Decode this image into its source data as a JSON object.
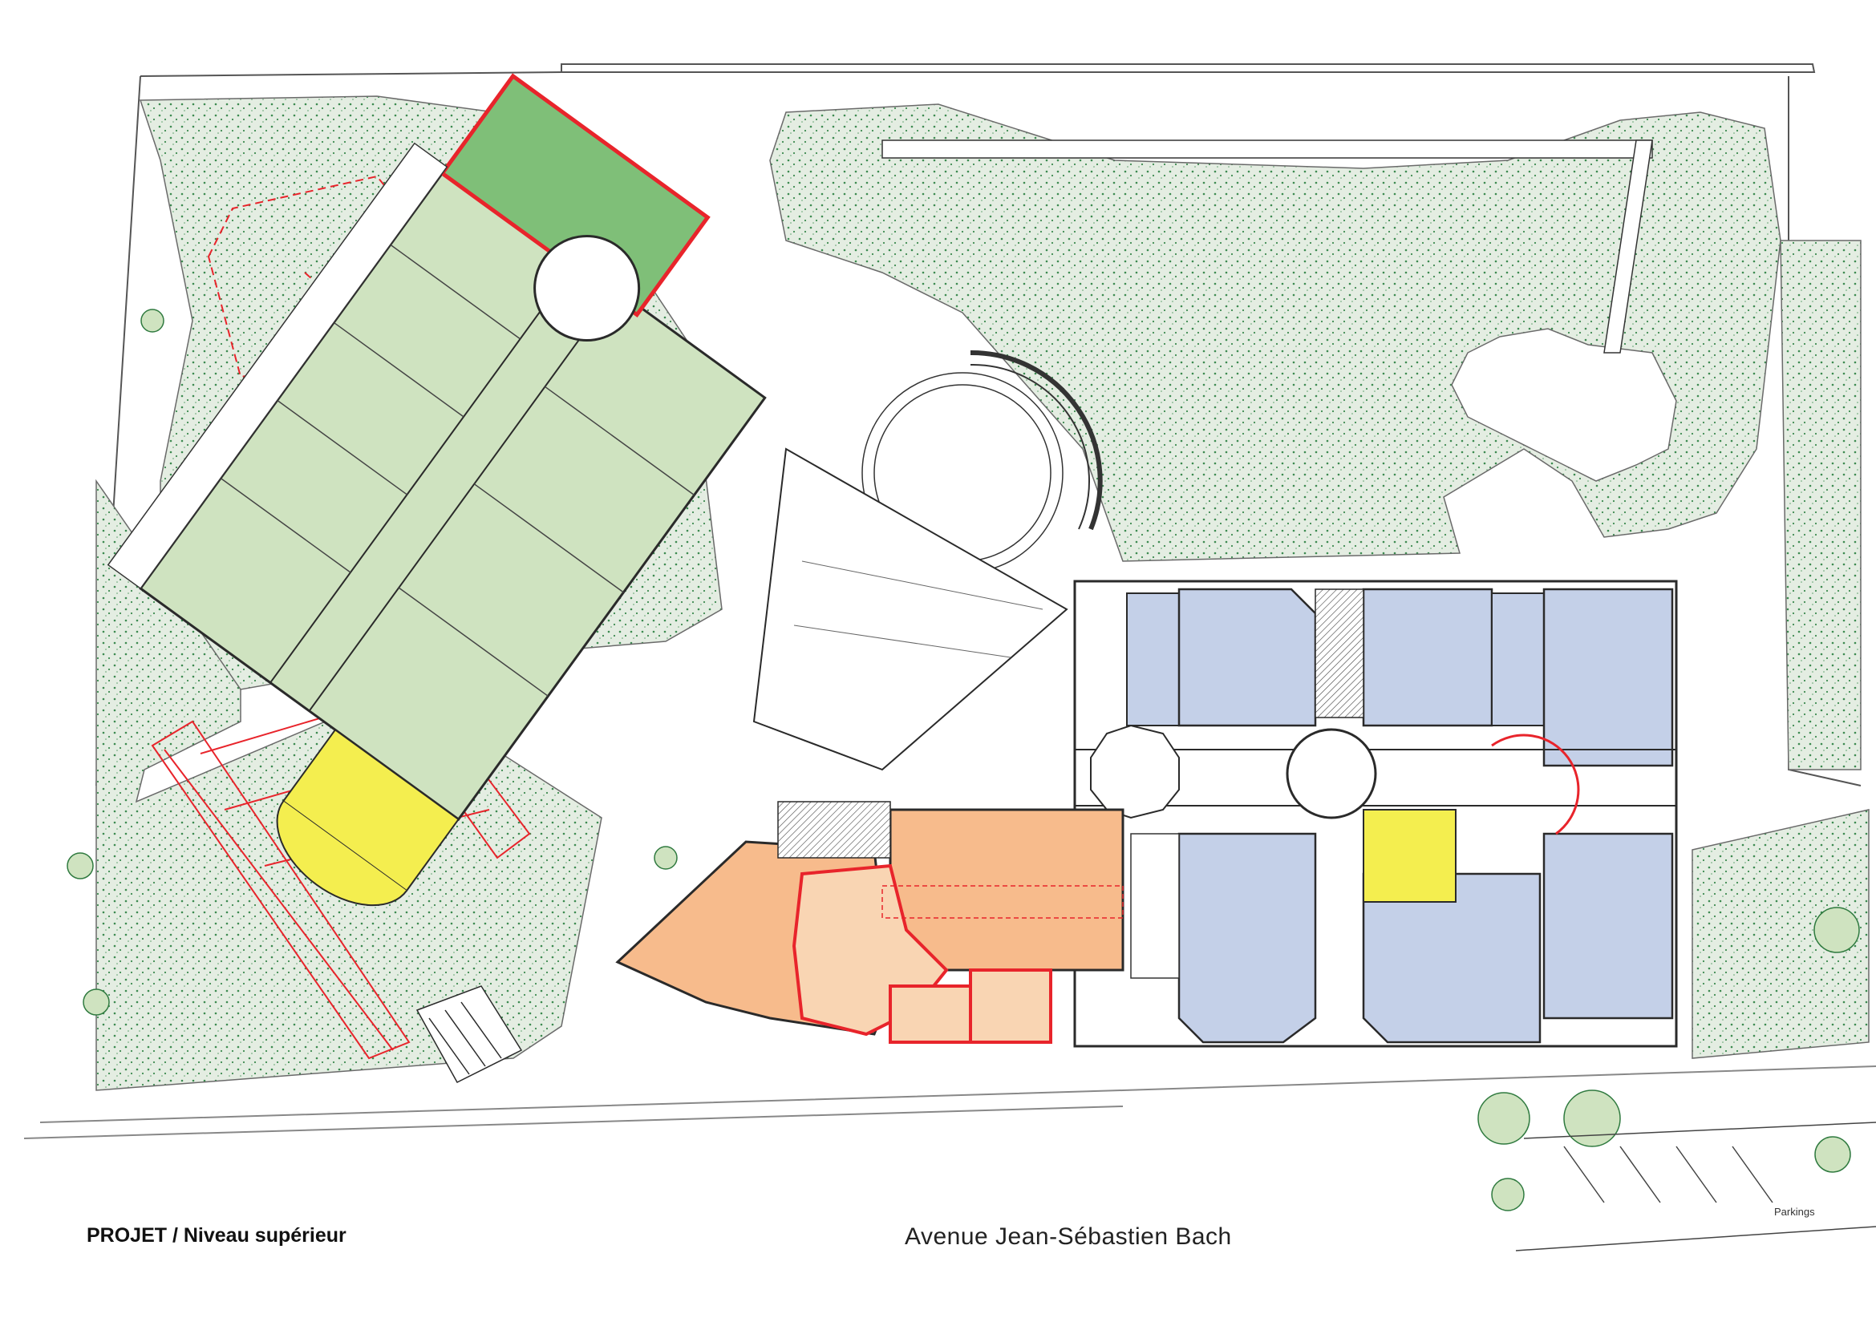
{
  "title": {
    "level": "PROJET  /  Niveau supérieur",
    "street": "Avenue  Jean-Sébastien  Bach"
  },
  "labels": {
    "parkings": "Parkings"
  },
  "colors": {
    "garden": "#e2ece1",
    "garden_dot": "#3c8a50",
    "wing_green": "#cfe3c0",
    "wing_green_dark": "#7fbf78",
    "wing_blue": "#c4d0e8",
    "wing_orange": "#f7bb8c",
    "wing_orange_light": "#f9d5b3",
    "wing_yellow": "#f4ee4f",
    "demolition_red": "#e8242b",
    "stair_grey": "#b8b8b8",
    "wall": "#2a2a2a"
  }
}
